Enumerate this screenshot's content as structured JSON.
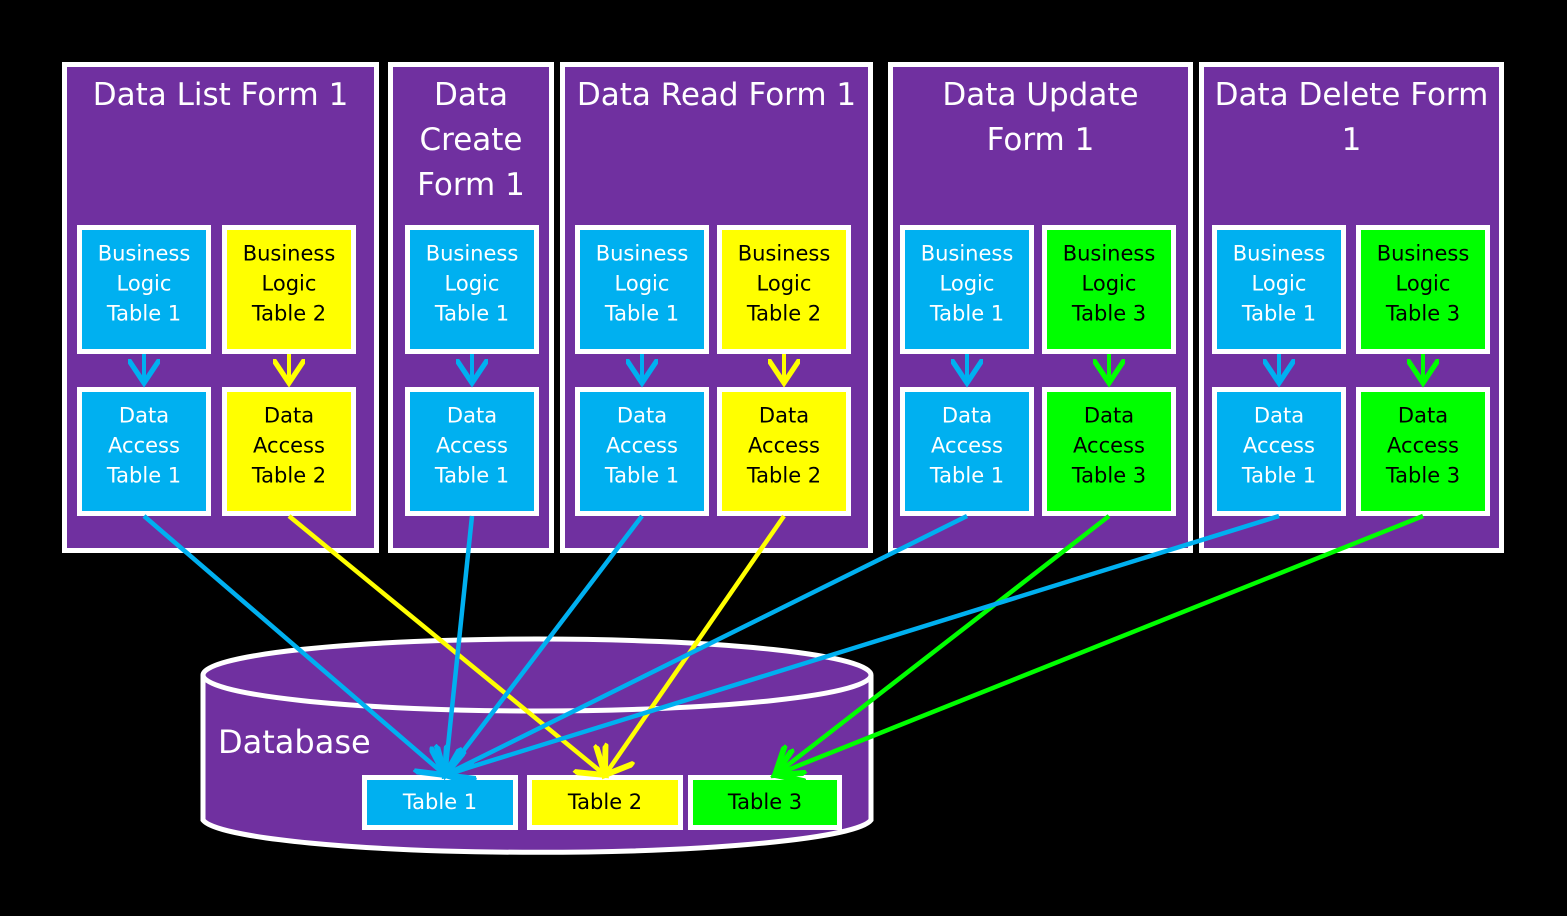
{
  "colors": {
    "background": "#000000",
    "container": "#7030A0",
    "border": "#FFFFFF",
    "table_1": "#00B0F0",
    "table_2": "#FFFF00",
    "table_3": "#00FF00"
  },
  "forms": [
    {
      "title": [
        "Data List Form 1"
      ],
      "components": [
        {
          "table": "table_1",
          "business": [
            "Business",
            "Logic",
            "Table 1"
          ],
          "access": [
            "Data",
            "Access",
            "Table 1"
          ]
        },
        {
          "table": "table_2",
          "business": [
            "Business",
            "Logic",
            "Table 2"
          ],
          "access": [
            "Data",
            "Access",
            "Table 2"
          ]
        }
      ]
    },
    {
      "title": [
        "Data",
        "Create",
        "Form 1"
      ],
      "components": [
        {
          "table": "table_1",
          "business": [
            "Business",
            "Logic",
            "Table 1"
          ],
          "access": [
            "Data",
            "Access",
            "Table 1"
          ]
        }
      ]
    },
    {
      "title": [
        "Data Read Form 1"
      ],
      "components": [
        {
          "table": "table_1",
          "business": [
            "Business",
            "Logic",
            "Table 1"
          ],
          "access": [
            "Data",
            "Access",
            "Table 1"
          ]
        },
        {
          "table": "table_2",
          "business": [
            "Business",
            "Logic",
            "Table 2"
          ],
          "access": [
            "Data",
            "Access",
            "Table 2"
          ]
        }
      ]
    },
    {
      "title": [
        "Data Update",
        "Form 1"
      ],
      "components": [
        {
          "table": "table_1",
          "business": [
            "Business",
            "Logic",
            "Table 1"
          ],
          "access": [
            "Data",
            "Access",
            "Table 1"
          ]
        },
        {
          "table": "table_3",
          "business": [
            "Business",
            "Logic",
            "Table 3"
          ],
          "access": [
            "Data",
            "Access",
            "Table 3"
          ]
        }
      ]
    },
    {
      "title": [
        "Data Delete Form",
        "1"
      ],
      "components": [
        {
          "table": "table_1",
          "business": [
            "Business",
            "Logic",
            "Table 1"
          ],
          "access": [
            "Data",
            "Access",
            "Table 1"
          ]
        },
        {
          "table": "table_3",
          "business": [
            "Business",
            "Logic",
            "Table 3"
          ],
          "access": [
            "Data",
            "Access",
            "Table 3"
          ]
        }
      ]
    }
  ],
  "database": {
    "label": "Database",
    "tables": [
      {
        "id": "table_1",
        "label": "Table 1"
      },
      {
        "id": "table_2",
        "label": "Table 2"
      },
      {
        "id": "table_3",
        "label": "Table 3"
      }
    ]
  }
}
